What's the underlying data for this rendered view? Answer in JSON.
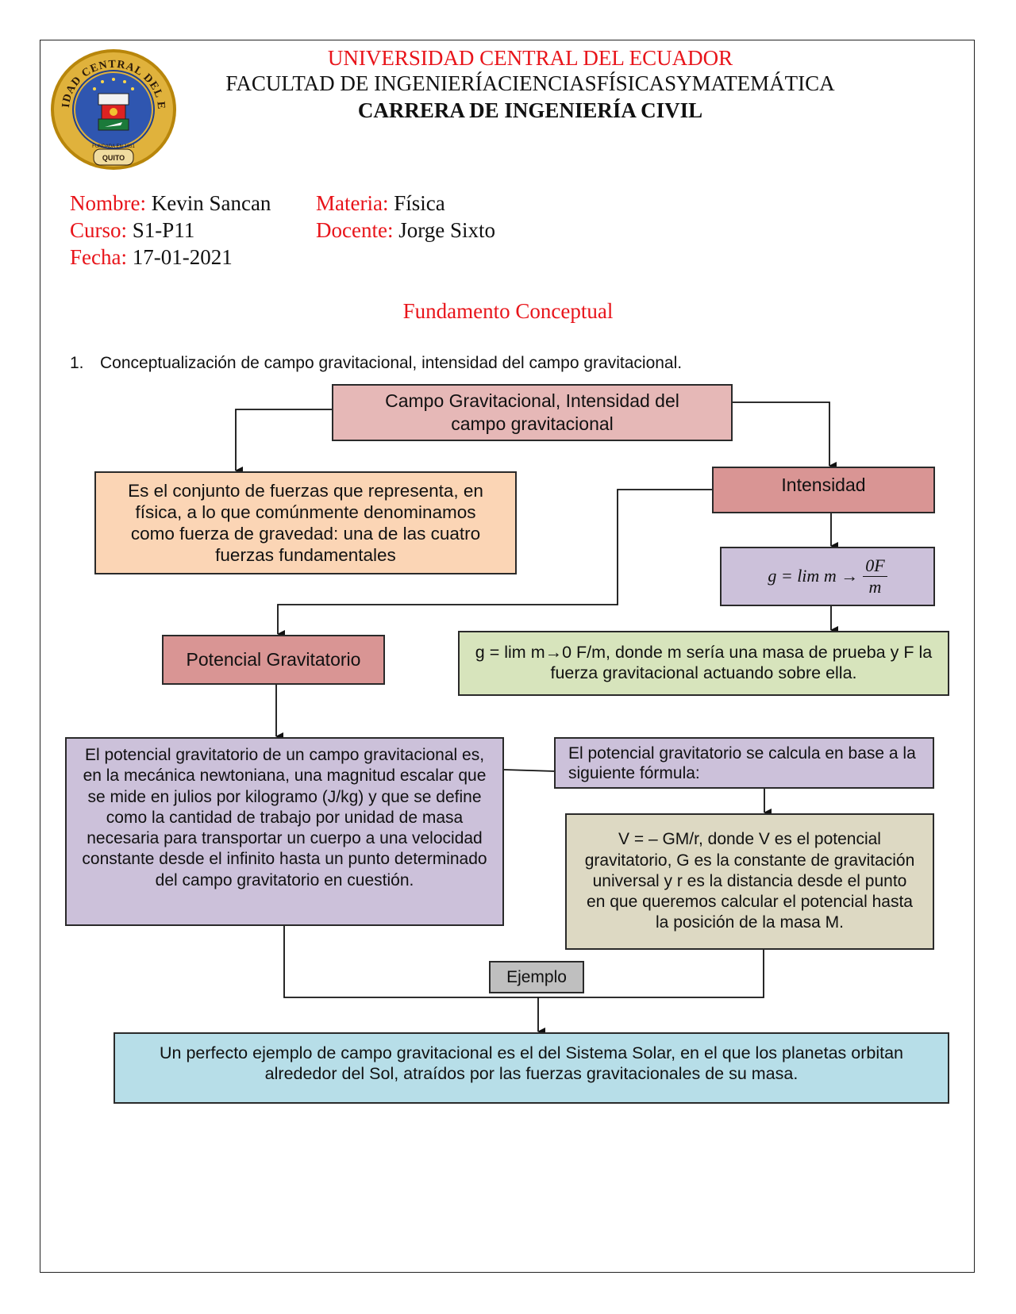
{
  "header": {
    "university": "UNIVERSIDAD CENTRAL DEL ECUADOR",
    "faculty": "FACULTAD DE INGENIERÍACIENCIASFÍSICASYMATEMÁTICA",
    "career": "CARRERA DE INGENIERÍA CIVIL",
    "seal": {
      "ring_text": "UNIVERSIDAD CENTRAL DEL ECUADOR",
      "bottom_text": "FUNDADA EN 1651",
      "city": "QUITO"
    }
  },
  "info": {
    "nombre_label": "Nombre:",
    "nombre_value": "Kevin Sancan",
    "curso_label": "Curso:",
    "curso_value": "S1-P11",
    "fecha_label": "Fecha:",
    "fecha_value": "17-01-2021",
    "materia_label": "Materia:",
    "materia_value": "Física",
    "docente_label": "Docente:",
    "docente_value": "Jorge Sixto"
  },
  "section_title": "Fundamento Conceptual",
  "question": {
    "number": "1.",
    "text": "Conceptualización de campo gravitacional, intensidad del campo gravitacional."
  },
  "diagram": {
    "top": "Campo Gravitacional, Intensidad del campo gravitacional",
    "definition": "Es el conjunto de fuerzas que representa, en física, a lo que comúnmente denominamos como fuerza de gravedad: una de las cuatro fuerzas fundamentales",
    "intensidad": "Intensidad",
    "formula": {
      "lhs": "g = lim",
      "var": "m",
      "arrow": "→",
      "num": "0F",
      "den": "m"
    },
    "formula_text": "g = lim m→0 F/m, donde m sería una masa de prueba y F la fuerza gravitacional actuando sobre ella.",
    "potencial": "Potencial Gravitatorio",
    "potencial_def": "El potencial gravitatorio de un campo gravitacional es, en la mecánica newtoniana, una magnitud escalar que se mide en julios por kilogramo (J/kg) y que se define como la cantidad de trabajo por unidad de masa necesaria para transportar un cuerpo a una velocidad constante desde el infinito hasta un punto determinado del campo gravitatorio en cuestión.",
    "potencial_calc": "El potencial gravitatorio se calcula en base a la siguiente fórmula:",
    "potencial_formula": "V = – GM/r, donde V es el potencial gravitatorio, G es la constante de gravitación universal y r es la distancia desde el punto en que queremos calcular el potencial hasta la posición de la masa M.",
    "ejemplo_label": "Ejemplo",
    "ejemplo": "Un perfecto ejemplo de campo gravitacional es el del Sistema Solar, en el que los planetas orbitan alrededor del Sol, atraídos por las fuerzas gravitacionales de su masa."
  },
  "colors": {
    "red_text": "#e8141a",
    "top_box": "#e6b8b7",
    "definition_box": "#fbd5b5",
    "intensidad_box": "#d99594",
    "formula_box": "#ccc1da",
    "formula_text_box": "#d7e4bc",
    "potencial_def_box": "#ccc1da",
    "potencial_formula_box": "#ddd9c3",
    "ejemplo_label_box": "#bfbfbf",
    "ejemplo_box": "#b7dee8"
  }
}
